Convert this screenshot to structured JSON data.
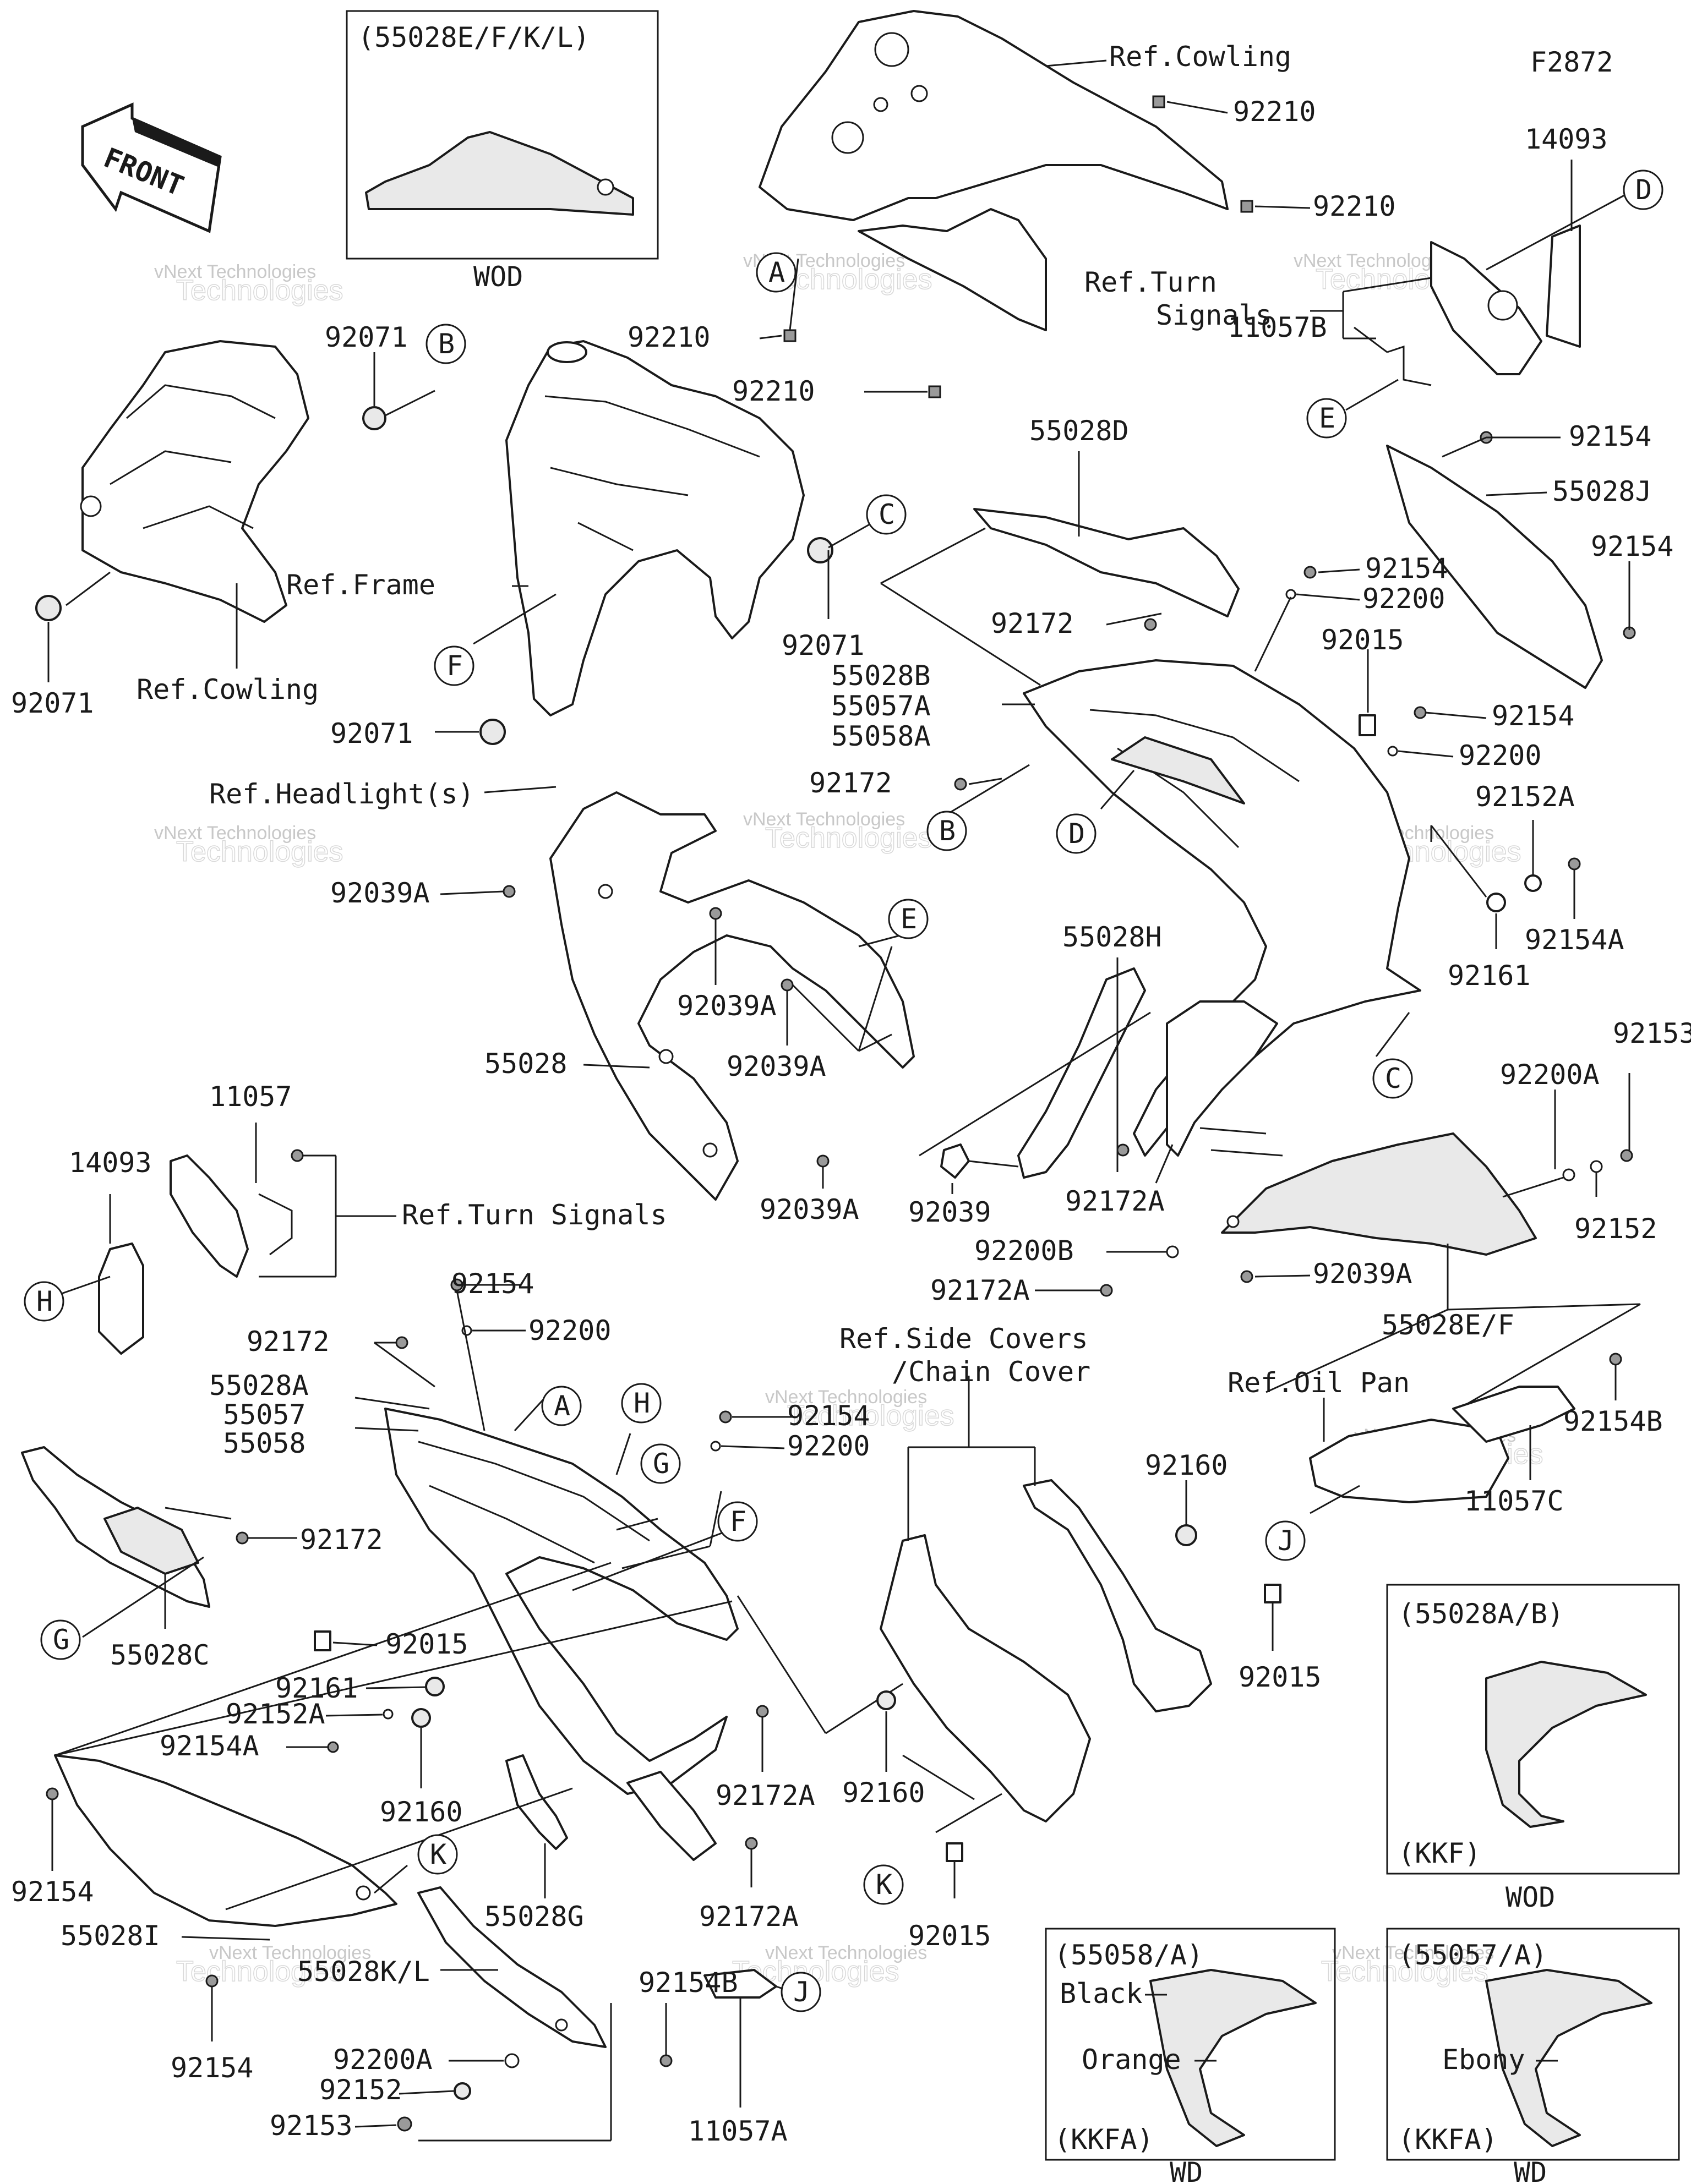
{
  "figure_code": "F2872",
  "front_arrow_label": "FRONT",
  "watermark": {
    "line1": "vNext Technologies",
    "line2": "Technologies"
  },
  "insets": {
    "top_left": {
      "title": "(55028E/F/K/L)",
      "caption": "WOD"
    },
    "kkf": {
      "title": "(55028A/B)",
      "model": "(KKF)",
      "caption": "WOD"
    },
    "kkfa_58": {
      "title": "(55058/A)",
      "color1": "Black",
      "color2": "Orange",
      "model": "(KKFA)",
      "caption": "WD"
    },
    "kkfa_57": {
      "title": "(55057/A)",
      "color1": "Ebony",
      "model": "(KKFA)",
      "caption": "WD"
    }
  },
  "letter_callouts": [
    "A",
    "B",
    "C",
    "D",
    "E",
    "F",
    "G",
    "H",
    "J",
    "K"
  ],
  "labels": {
    "ref_cowling_top": "Ref.Cowling",
    "p92210_a": "92210",
    "p92210_b": "92210",
    "p92210_c": "92210",
    "p92210_d": "92210",
    "ref_turn_signals_top_1": "Ref.Turn",
    "ref_turn_signals_top_2": "Signals",
    "p14093_top": "14093",
    "p11057b": "11057B",
    "p92071_a": "92071",
    "p92071_b": "92071",
    "p92071_c": "92071",
    "p92071_d": "92071",
    "ref_cowling_left": "Ref.Cowling",
    "ref_frame": "Ref.Frame",
    "p55028d": "55028D",
    "p92154_a": "92154",
    "p55028j": "55028J",
    "p92154_b": "92154",
    "p92154_c": "92154",
    "p92200_a": "92200",
    "p92172_a": "92172",
    "p92015_a": "92015",
    "p55028b": "55028B",
    "p55057a": "55057A",
    "p55058a": "55058A",
    "p92154_d": "92154",
    "p92200_b": "92200",
    "p92172_b": "92172",
    "ref_headlights": "Ref.Headlight(s)",
    "p92152a_a": "92152A",
    "p92039a_a": "92039A",
    "p92154a_a": "92154A",
    "p92039a_b": "92039A",
    "p92161_a": "92161",
    "p55028": "55028",
    "p92039a_c": "92039A",
    "p55028h": "55028H",
    "p92153_a": "92153",
    "p11057": "11057",
    "p92200a_a": "92200A",
    "p14093_left": "14093",
    "ref_turn_signals_left": "Ref.Turn Signals",
    "p92172a_a": "92172A",
    "p92152_a": "92152",
    "p92039a_d": "92039A",
    "p92039": "92039",
    "p92200b": "92200B",
    "p92039a_e": "92039A",
    "p92172a_b": "92172A",
    "p55028ef": "55028E/F",
    "p92154_e": "92154",
    "p92200_c": "92200",
    "p92172_c": "92172",
    "p55028a": "55028A",
    "p55057": "55057",
    "p55058": "55058",
    "ref_side_covers_1": "Ref.Side Covers",
    "ref_side_covers_2": "/Chain Cover",
    "ref_oil_pan": "Ref.Oil Pan",
    "p92154b_a": "92154B",
    "p92154_f": "92154",
    "p92200_d": "92200",
    "p92160_a": "92160",
    "p11057c": "11057C",
    "p92172_d": "92172",
    "p55028c": "55028C",
    "p92015_b": "92015",
    "p92015_c": "92015",
    "p92161_b": "92161",
    "p92152a_b": "92152A",
    "p92154a_b": "92154A",
    "p92160_b": "92160",
    "p92172a_c": "92172A",
    "p92160_c": "92160",
    "p92154_g": "92154",
    "p55028g": "55028G",
    "p92172a_d": "92172A",
    "p92015_d": "92015",
    "p55028i": "55028I",
    "p55028kl": "55028K/L",
    "p92154_h": "92154",
    "p92154b_b": "92154B",
    "p92200a_b": "92200A",
    "p92152_b": "92152",
    "p92153_b": "92153",
    "p11057a": "11057A"
  }
}
